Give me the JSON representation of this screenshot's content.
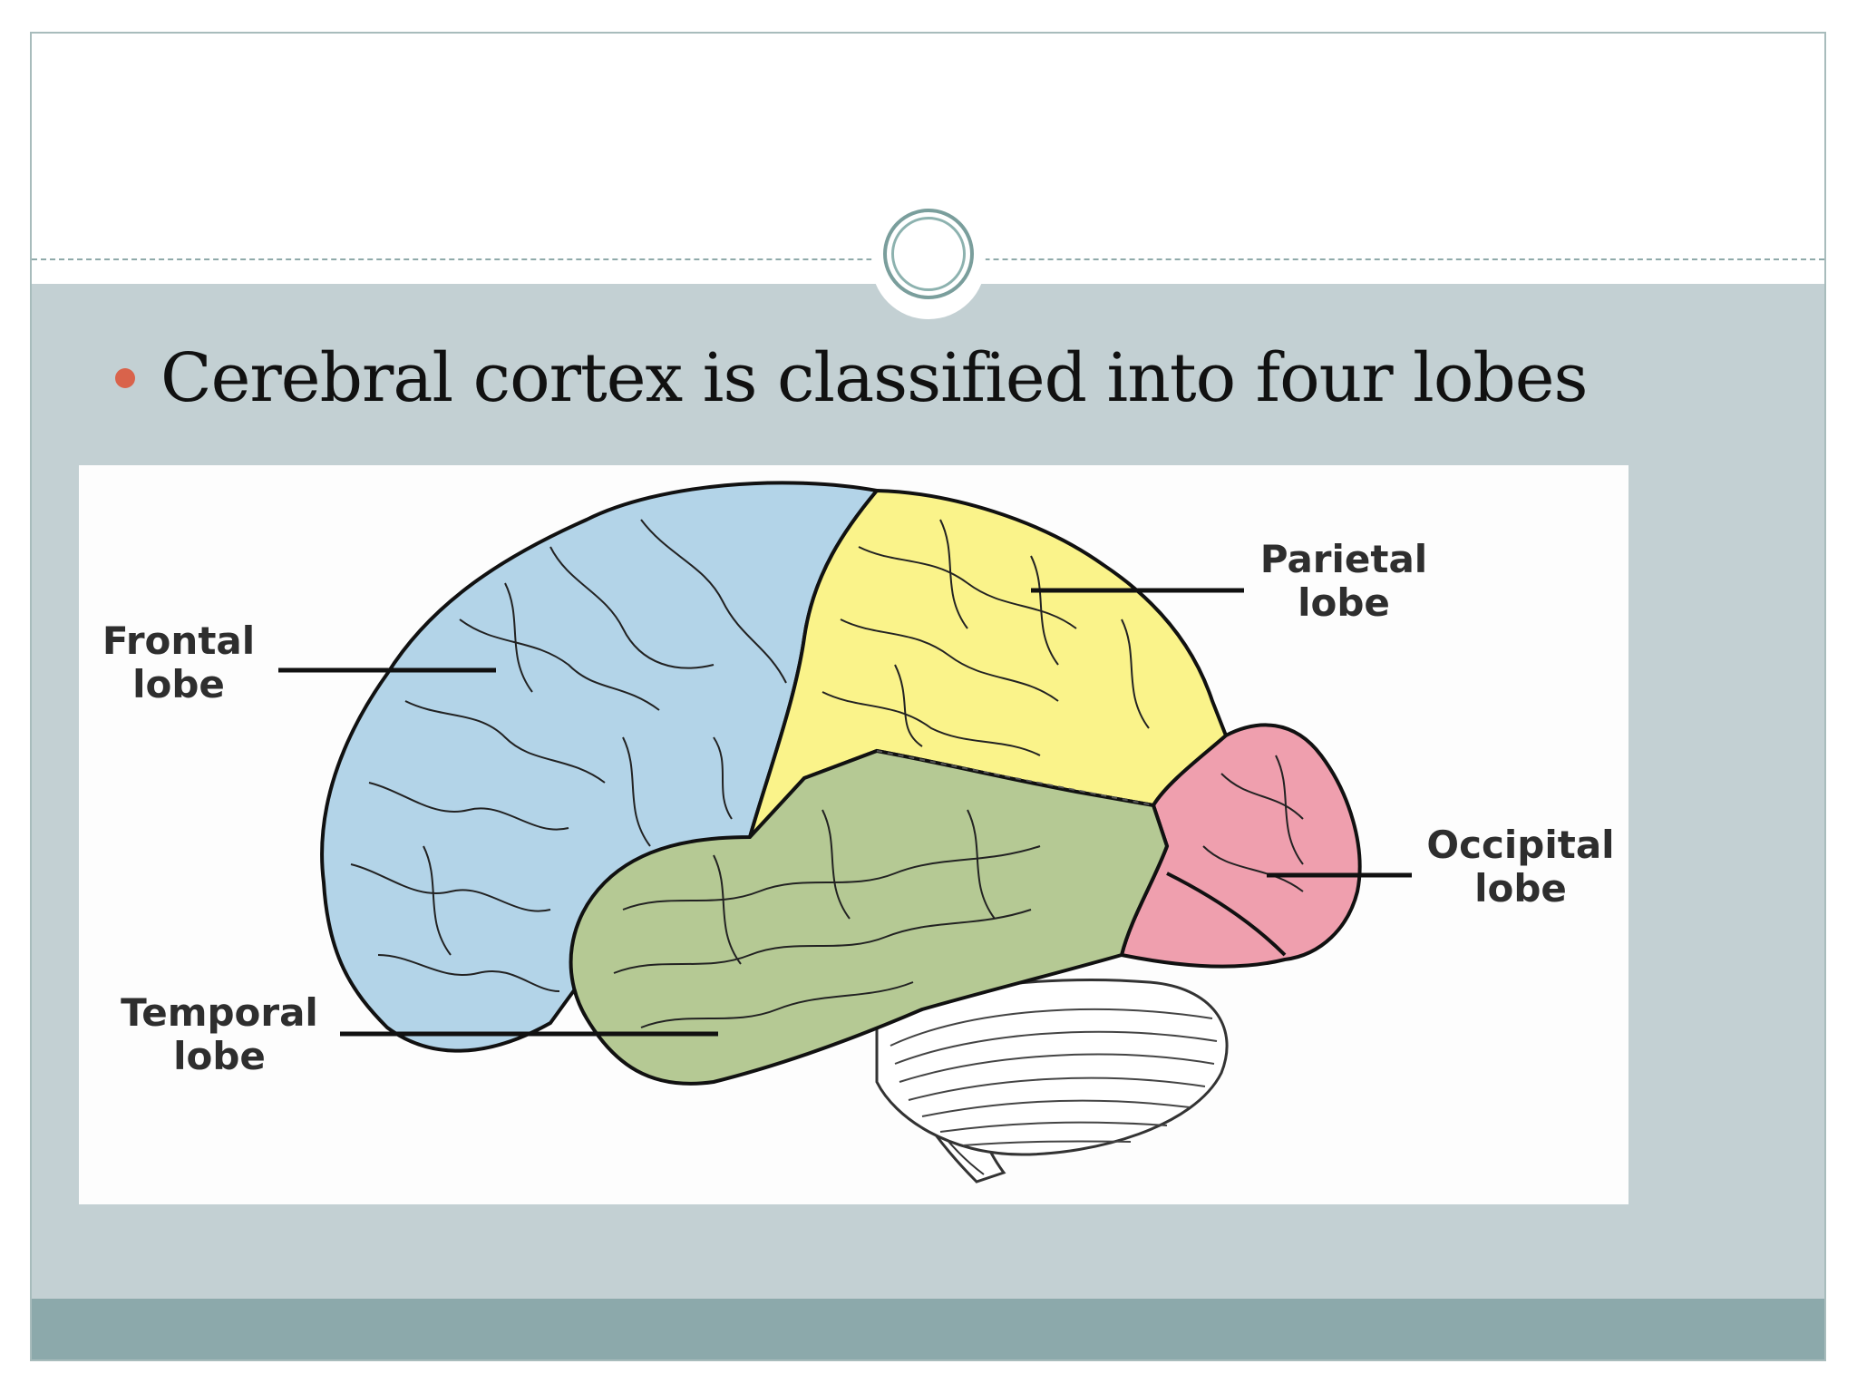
{
  "slide": {
    "bullet_text": "Cerebral cortex is classified into four lobes"
  },
  "diagram": {
    "labels": {
      "frontal": {
        "line1": "Frontal",
        "line2": "lobe"
      },
      "parietal": {
        "line1": "Parietal",
        "line2": "lobe"
      },
      "occipital": {
        "line1": "Occipital",
        "line2": "lobe"
      },
      "temporal": {
        "line1": "Temporal",
        "line2": "lobe"
      }
    },
    "colors": {
      "frontal": "#b3d4e8",
      "parietal": "#faf38a",
      "occipital": "#ef9fae",
      "temporal": "#b5c994",
      "accent_bullet": "#d9634b",
      "content_background": "#c3d0d3",
      "footer_band": "#8ca9ab"
    }
  }
}
